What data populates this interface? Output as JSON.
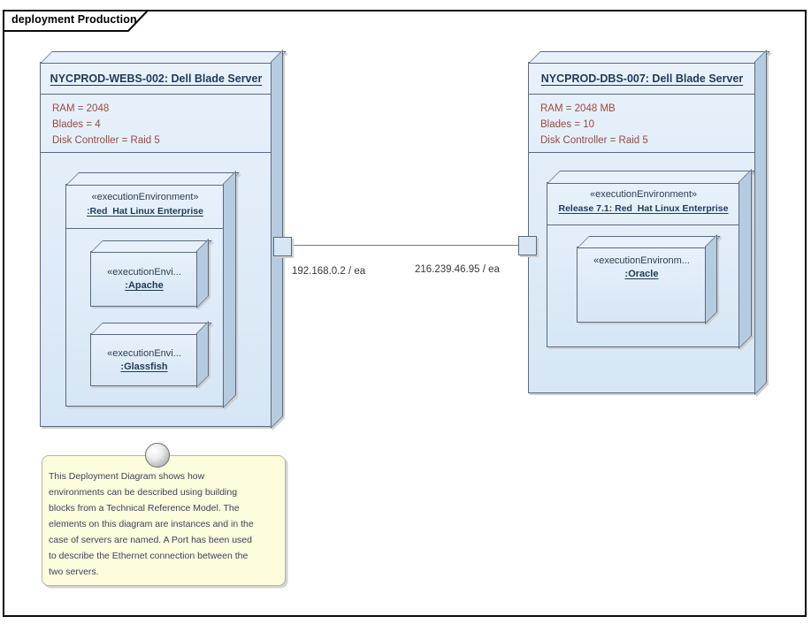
{
  "frame": {
    "title": "deployment Production"
  },
  "nodes": {
    "left": {
      "title": "NYCPROD-WEBS-002: Dell Blade Server",
      "attributes": [
        "RAM = 2048",
        "Blades = 4",
        "Disk Controller = Raid 5"
      ],
      "port_label": "192.168.0.2 / ea",
      "ee": {
        "stereotype": "«executionEnvironment»",
        "name": ":Red  Hat Linux Enterprise",
        "children": [
          {
            "stereotype": "«executionEnvi...",
            "name": ":Apache"
          },
          {
            "stereotype": "«executionEnvi...",
            "name": ":Glassfish"
          }
        ]
      }
    },
    "right": {
      "title": "NYCPROD-DBS-007: Dell Blade Server",
      "attributes": [
        "RAM = 2048 MB",
        "Blades = 10",
        "Disk Controller = Raid 5"
      ],
      "port_label": "216.239.46.95 / ea",
      "ee": {
        "stereotype": "«executionEnvironment»",
        "name": "Release 7.1: Red  Hat Linux Enterprise",
        "children": [
          {
            "stereotype": "«executionEnvironm...",
            "name": ":Oracle"
          }
        ]
      }
    }
  },
  "note": {
    "text": "This Deployment Diagram shows how\nenvironments can be described using building\nblocks from a Technical Reference Model. The\nelements on this diagram are instances and in the\ncase of servers are named. A Port has been used\nto describe the Ethernet connection between the\ntwo servers."
  },
  "colors": {
    "node_fill": "#d7e6f5",
    "node_fill_light": "#e8f1fb",
    "node_fill_side": "#b4cbe0",
    "node_border": "#5a6b80",
    "title_text": "#1f3a57",
    "attribute_text": "#9c4a3e",
    "connector": "#7a7a7a",
    "note_fill": "#fdfcdd",
    "note_border": "#b6b6a0",
    "note_text": "#3f3e63"
  }
}
